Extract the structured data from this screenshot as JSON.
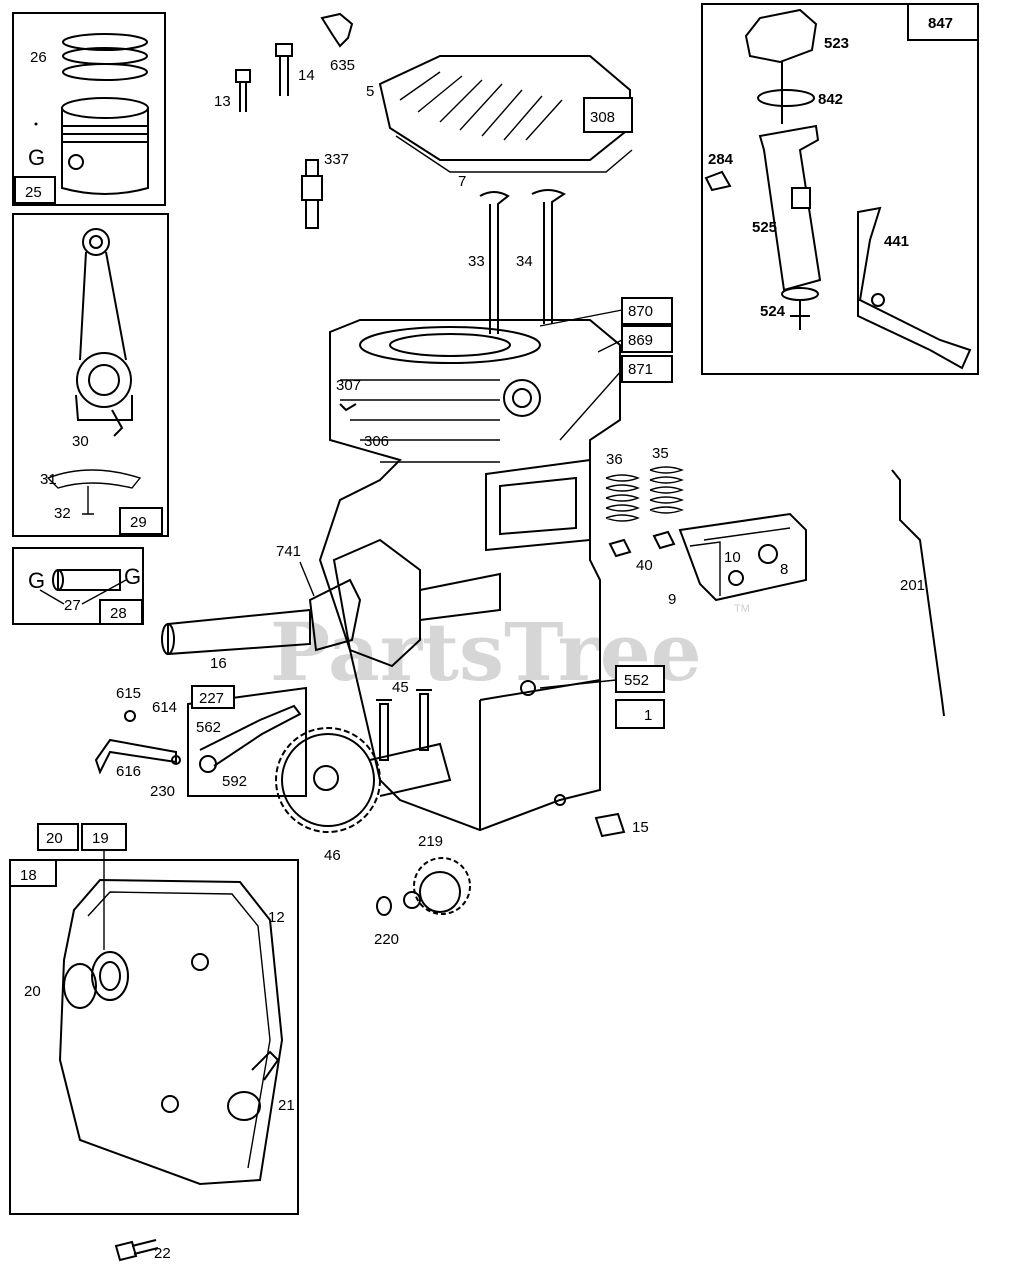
{
  "watermark": "PartsTree",
  "watermark_mark": "TM",
  "labels": {
    "l26": "26",
    "l25": "25",
    "lG1": "G",
    "l30": "30",
    "l31": "31",
    "l32": "32",
    "l29": "29",
    "lG2": "G",
    "lG3": "G",
    "l27": "27",
    "l28": "28",
    "l13": "13",
    "l14": "14",
    "l635": "635",
    "l5": "5",
    "l308": "308",
    "l7": "7",
    "l337": "337",
    "l33": "33",
    "l34": "34",
    "l870": "870",
    "l869": "869",
    "l871": "871",
    "l307": "307",
    "l306": "306",
    "l36": "36",
    "l35": "35",
    "l40": "40",
    "l10": "10",
    "l8": "8",
    "l9": "9",
    "l741": "741",
    "l16": "16",
    "l552": "552",
    "l1": "1",
    "l45": "45",
    "l615": "615",
    "l614": "614",
    "l227": "227",
    "l562": "562",
    "l616": "616",
    "l592": "592",
    "l230": "230",
    "l46": "46",
    "l15": "15",
    "l219": "219",
    "l220": "220",
    "l20box": "20",
    "l19": "19",
    "l18": "18",
    "l12": "12",
    "l20": "20",
    "l21": "21",
    "l22": "22",
    "l847": "847",
    "l523": "523",
    "l842": "842",
    "l284": "284",
    "l525": "525",
    "l441": "441",
    "l524": "524",
    "l201": "201"
  }
}
